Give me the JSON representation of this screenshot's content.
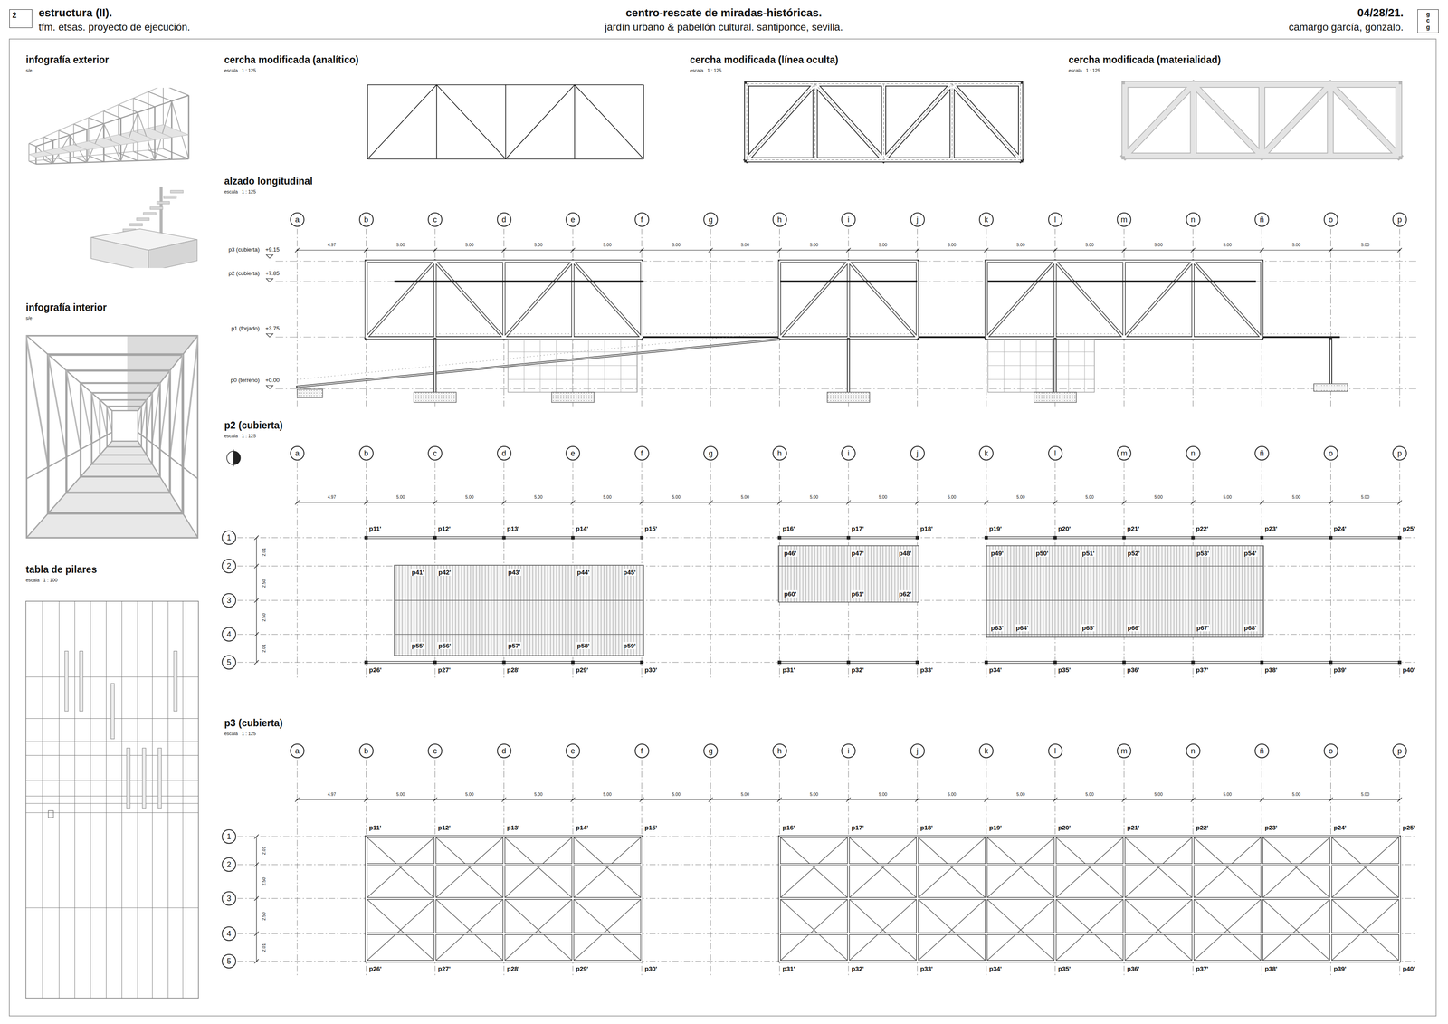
{
  "diagram": {
    "title": "centro-rescate de miradas-históricas.",
    "nodes": [
      {
        "text": [
          "2"
        ]
      },
      {
        "text": [
          "gcg"
        ]
      },
      {
        "text": [
          "a"
        ]
      },
      {
        "text": [
          "b"
        ]
      },
      {
        "text": [
          "c"
        ]
      },
      {
        "text": [
          "d"
        ]
      },
      {
        "text": [
          "e"
        ]
      },
      {
        "text": [
          "f"
        ]
      },
      {
        "text": [
          "g"
        ]
      },
      {
        "text": [
          "h"
        ]
      },
      {
        "text": [
          "i"
        ]
      },
      {
        "text": [
          "j"
        ]
      },
      {
        "text": [
          "k"
        ]
      },
      {
        "text": [
          "l"
        ]
      },
      {
        "text": [
          "m"
        ]
      },
      {
        "text": [
          "n"
        ]
      },
      {
        "text": [
          "ñ"
        ]
      },
      {
        "text": [
          "o"
        ]
      },
      {
        "text": [
          "p"
        ]
      },
      {
        "text": [
          "a"
        ]
      },
      {
        "text": [
          "b"
        ]
      },
      {
        "text": [
          "c"
        ]
      },
      {
        "text": [
          "d"
        ]
      },
      {
        "text": [
          "e"
        ]
      },
      {
        "text": [
          "f"
        ]
      },
      {
        "text": [
          "g"
        ]
      },
      {
        "text": [
          "h"
        ]
      },
      {
        "text": [
          "i"
        ]
      },
      {
        "text": [
          "j"
        ]
      },
      {
        "text": [
          "k"
        ]
      },
      {
        "text": [
          "l"
        ]
      },
      {
        "text": [
          "m"
        ]
      },
      {
        "text": [
          "n"
        ]
      },
      {
        "text": [
          "ñ"
        ]
      },
      {
        "text": [
          "o"
        ]
      },
      {
        "text": [
          "p"
        ]
      },
      {
        "text": [
          "1"
        ]
      },
      {
        "text": [
          "2"
        ]
      },
      {
        "text": [
          "3"
        ]
      },
      {
        "text": [
          "4"
        ]
      },
      {
        "text": [
          "5"
        ]
      },
      {
        "text": [
          "a"
        ]
      },
      {
        "text": [
          "b"
        ]
      },
      {
        "text": [
          "c"
        ]
      },
      {
        "text": [
          "d"
        ]
      },
      {
        "text": [
          "e"
        ]
      },
      {
        "text": [
          "f"
        ]
      },
      {
        "text": [
          "g"
        ]
      },
      {
        "text": [
          "h"
        ]
      },
      {
        "text": [
          "i"
        ]
      },
      {
        "text": [
          "j"
        ]
      },
      {
        "text": [
          "k"
        ]
      },
      {
        "text": [
          "l"
        ]
      },
      {
        "text": [
          "m"
        ]
      },
      {
        "text": [
          "n"
        ]
      },
      {
        "text": [
          "ñ"
        ]
      },
      {
        "text": [
          "o"
        ]
      },
      {
        "text": [
          "p"
        ]
      },
      {
        "text": [
          "1"
        ]
      },
      {
        "text": [
          "2"
        ]
      },
      {
        "text": [
          "3"
        ]
      },
      {
        "text": [
          "4"
        ]
      },
      {
        "text": [
          "5"
        ]
      }
    ],
    "labels": [
      "estructura (II).",
      "tfm. etsas. proyecto de ejecución.",
      "jardín urbano & pabellón cultural. santiponce, sevilla.",
      "04/28/21.",
      "camargo garcía, gonzalo.",
      "infografía exterior",
      "s/e",
      "infografía interior",
      "s/e",
      "tabla de pilares",
      "escala   1 : 100",
      "cercha modificada (analítico)",
      "escala   1 : 125",
      "cercha modificada (línea oculta)",
      "escala   1 : 125",
      "cercha modificada (materialidad)",
      "escala   1 : 125",
      "alzado longitudinal",
      "escala   1 : 125",
      "4.97",
      "5.00",
      "5.00",
      "5.00",
      "5.00",
      "5.00",
      "5.00",
      "5.00",
      "5.00",
      "5.00",
      "5.00",
      "5.00",
      "5.00",
      "5.00",
      "5.00",
      "5.00",
      "p3 (cubierta)",
      "+9.15",
      "p2 (cubierta)",
      "+7.85",
      "p1 (forjado)",
      "+3.75",
      "p0 (terreno)",
      "+0.00",
      "p2 (cubierta)",
      "escala   1 : 125",
      "4.97",
      "5.00",
      "5.00",
      "5.00",
      "5.00",
      "5.00",
      "5.00",
      "5.00",
      "5.00",
      "5.00",
      "5.00",
      "5.00",
      "5.00",
      "5.00",
      "5.00",
      "5.00",
      "2.01",
      "2.50",
      "2.50",
      "2.01",
      "p11'",
      "p12'",
      "p13'",
      "p14'",
      "p15'",
      "p16'",
      "p17'",
      "p18'",
      "p19'",
      "p20'",
      "p21'",
      "p22'",
      "p23'",
      "p24'",
      "p25'",
      "p41'",
      "p42'",
      "p43'",
      "p44'",
      "p45'",
      "p46'",
      "p47'",
      "p48'",
      "p49'",
      "p50'",
      "p51'",
      "p52'",
      "p53'",
      "p54'",
      "p55'",
      "p56'",
      "p57'",
      "p58'",
      "p59'",
      "p60'",
      "p61'",
      "p62'",
      "p63'",
      "p64'",
      "p65'",
      "p66'",
      "p67'",
      "p68'",
      "p26'",
      "p27'",
      "p28'",
      "p29'",
      "p30'",
      "p31'",
      "p32'",
      "p33'",
      "p34'",
      "p35'",
      "p36'",
      "p37'",
      "p38'",
      "p39'",
      "p40'",
      "p3 (cubierta)",
      "escala   1 : 125",
      "4.97",
      "5.00",
      "5.00",
      "5.00",
      "5.00",
      "5.00",
      "5.00",
      "5.00",
      "5.00",
      "5.00",
      "5.00",
      "5.00",
      "5.00",
      "5.00",
      "5.00",
      "5.00",
      "2.01",
      "2.50",
      "2.50",
      "2.01",
      "p11'",
      "p12'",
      "p13'",
      "p14'",
      "p15'",
      "p16'",
      "p17'",
      "p18'",
      "p19'",
      "p20'",
      "p21'",
      "p22'",
      "p23'",
      "p24'",
      "p25'",
      "p26'",
      "p27'",
      "p28'",
      "p29'",
      "p30'",
      "p31'",
      "p32'",
      "p33'",
      "p34'",
      "p35'",
      "p36'",
      "p37'",
      "p38'",
      "p39'",
      "p40'"
    ]
  }
}
